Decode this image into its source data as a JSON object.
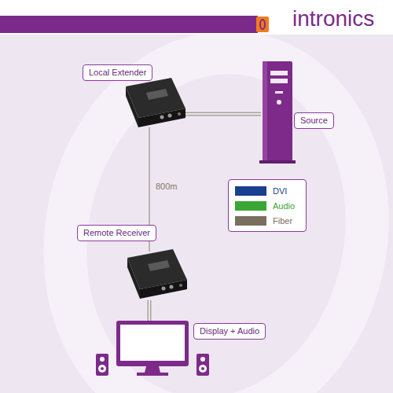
{
  "diagram": {
    "nodes": [
      {
        "text": [
          "Local Extender"
        ]
      },
      {
        "text": [
          "Source"
        ]
      },
      {
        "text": [
          "Remote Receiver"
        ]
      },
      {
        "text": [
          "Display + Audio"
        ]
      }
    ],
    "edges": [
      {
        "from": 0,
        "to": 1,
        "arrow": "none"
      },
      {
        "from": 0,
        "to": 2,
        "label": "800m",
        "arrow": "none"
      },
      {
        "from": 2,
        "to": 3,
        "arrow": "none"
      }
    ],
    "labels": [
      "intronics"
    ],
    "legend": [
      {
        "text": "DVI",
        "color": "#1b3f8f"
      },
      {
        "text": "Audio",
        "color": "#3aa635"
      },
      {
        "text": "Fiber",
        "color": "#7a6e5f"
      }
    ]
  }
}
